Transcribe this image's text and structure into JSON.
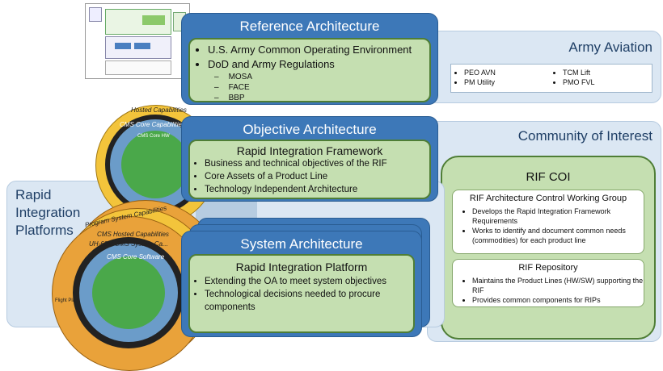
{
  "reference_architecture": {
    "title": "Reference Architecture",
    "items": [
      "U.S. Army Common Operating Environment",
      "DoD and Army Regulations"
    ],
    "sub_items": [
      "MOSA",
      "FACE",
      "BBP"
    ]
  },
  "army_aviation": {
    "title": "Army Aviation",
    "items": [
      "PEO AVN",
      "TCM Lift",
      "PM Utility",
      "PMO FVL"
    ]
  },
  "objective_architecture": {
    "title": "Objective Architecture",
    "subtitle": "Rapid Integration Framework",
    "items": [
      "Business and technical objectives of the RIF",
      "Core Assets of a Product Line",
      "Technology Independent Architecture"
    ]
  },
  "community_of_interest": {
    "title": "Community of Interest",
    "rif_coi_title": "RIF COI",
    "working_group": {
      "title": "RIF Architecture Control Working Group",
      "items": [
        "Develops the Rapid Integration Framework Requirements",
        "Works to identify and document common needs (commodities) for each product line"
      ]
    },
    "repository": {
      "title": "RIF Repository",
      "items": [
        "Maintains the Product Lines (HW/SW) supporting the RIF",
        "Provides common components for RIPs"
      ]
    }
  },
  "rapid_integration_platforms": {
    "title_lines": [
      "Rapid",
      "Integration",
      "Platforms"
    ]
  },
  "system_architecture": {
    "title": "System Architecture",
    "subtitle": "Rapid Integration Platform",
    "items": [
      "Extending the OA to meet system objectives",
      "Technological decisions needed to procure components"
    ]
  },
  "graphics": {
    "ring_labels": {
      "hosted_capabilities": "Hosted Capabilities",
      "cms_core_capabilities": "CMS Core Capabilities",
      "cms_core_hw": "CMS Core HW",
      "program_system_capabilities": "Program System Capabilities",
      "cms_hosted_capabilities": "CMS Hosted Capabilities",
      "uh60m_cms_system_capabilities": "UH-60M CMS System Ca...",
      "cms_core_software": "CMS Core Software",
      "flight_plan": "Flight Plan"
    }
  },
  "colors": {
    "dark_blue": "#3d78b8",
    "light_blue": "#dbe7f3",
    "green_fill": "#c5dfb1",
    "green_border": "#4f7e36",
    "ring_yellow": "#f3c43b",
    "ring_orange": "#e9a23a"
  }
}
